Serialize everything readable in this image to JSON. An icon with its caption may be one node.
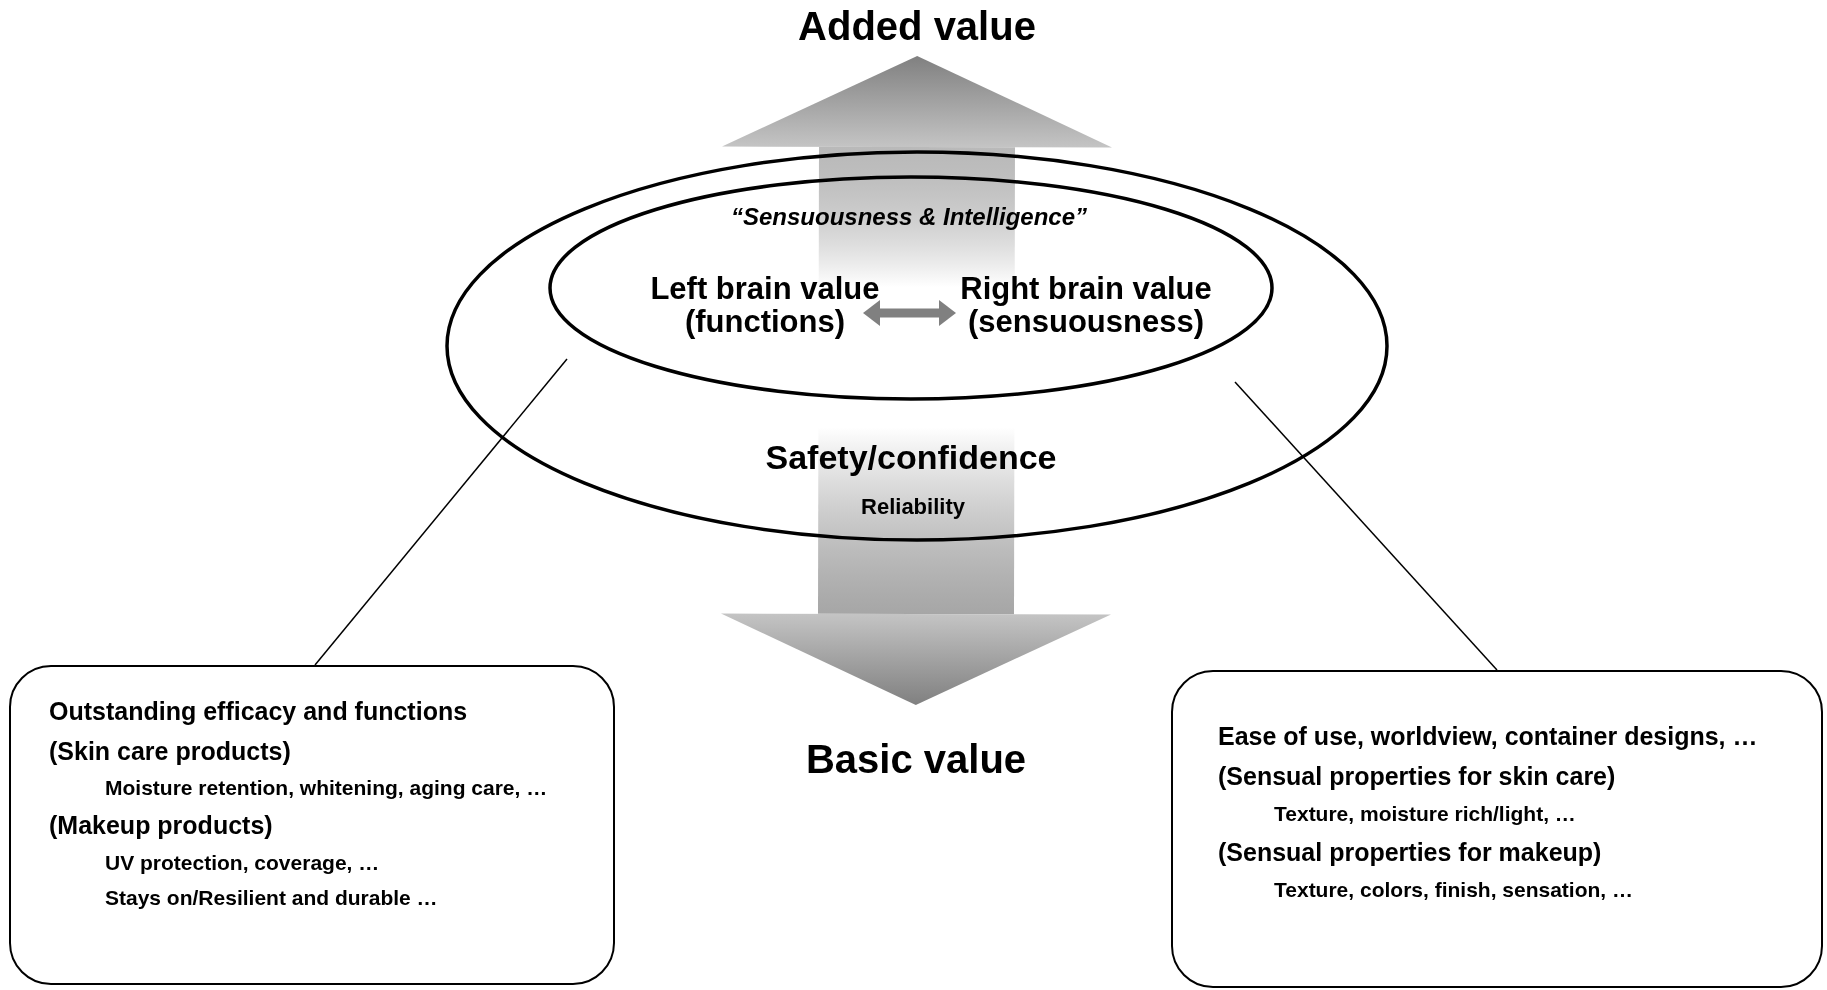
{
  "diagram": {
    "nodes": [
      {
        "text": [
          "Added value"
        ]
      },
      {
        "text": [
          "Safety/confidence",
          "Reliability"
        ]
      },
      {
        "text": [
          "“Sensuousness & Intelligence”"
        ],
        "in": 1
      },
      {
        "text": [
          "Left brain value (functions)"
        ],
        "in": 2
      },
      {
        "text": [
          "Right brain value (sensuousness)"
        ],
        "in": 2
      },
      {
        "text": [
          "Basic value"
        ]
      },
      {
        "text": [
          "Outstanding efficacy and functions",
          "(Skin care products)",
          "Moisture retention, whitening, aging care, …",
          "(Makeup products)",
          "UV protection, coverage, …",
          "Stays on/Resilient and durable …"
        ]
      },
      {
        "text": [
          "Ease of use, worldview, container designs, …",
          "(Sensual properties for skin care)",
          "Texture, moisture rich/light, …",
          "(Sensual properties for makeup)",
          "Texture, colors, finish, sensation, …"
        ]
      }
    ],
    "edges": [
      {
        "from": 5,
        "to": 0,
        "arrow": "both",
        "style": "thick",
        "color": "#808080"
      },
      {
        "from": 3,
        "to": 4,
        "arrow": "both",
        "style": "thick",
        "color": "#808080"
      },
      {
        "from": 6,
        "to": 1,
        "arrow": "none"
      },
      {
        "from": 7,
        "to": 1,
        "arrow": "none"
      }
    ]
  }
}
